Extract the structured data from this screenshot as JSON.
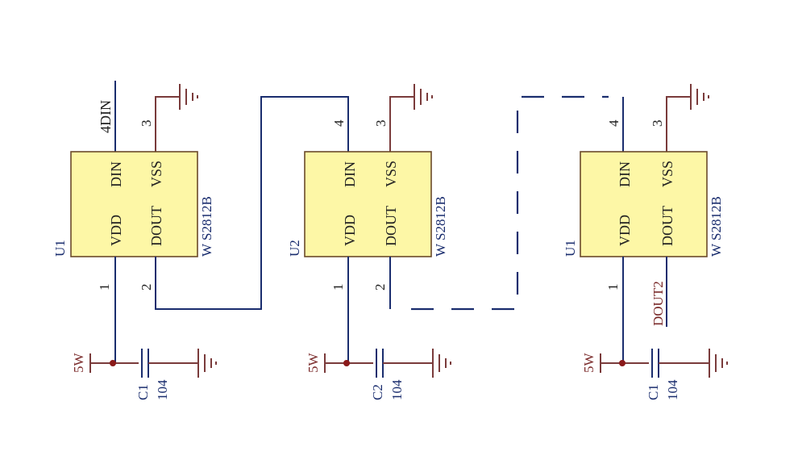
{
  "colors": {
    "wire": "#1a2d6e",
    "ground": "#7a3b3b",
    "chip_fill": "#fdf7a6",
    "chip_border": "#6b4a2a",
    "net_label": "#7a2a2a",
    "junction": "#8b1a1a"
  },
  "stage1": {
    "refdes": "U1",
    "part": "W S2812B",
    "pin_din": "DIN",
    "pin_vss": "VSS",
    "pin_vdd": "VDD",
    "pin_dout": "DOUT",
    "num_din": "4",
    "num_vss": "3",
    "num_vdd": "1",
    "num_dout": "2",
    "input_net": "4DIN",
    "power_net": "5W",
    "cap_ref": "C1",
    "cap_value": "104"
  },
  "stage2": {
    "refdes": "U2",
    "part": "W S2812B",
    "pin_din": "DIN",
    "pin_vss": "VSS",
    "pin_vdd": "VDD",
    "pin_dout": "DOUT",
    "num_din": "4",
    "num_vss": "3",
    "num_vdd": "1",
    "num_dout": "2",
    "power_net": "5W",
    "cap_ref": "C2",
    "cap_value": "104"
  },
  "stage3": {
    "refdes": "U1",
    "part": "W S2812B",
    "pin_din": "DIN",
    "pin_vss": "VSS",
    "pin_vdd": "VDD",
    "pin_dout": "DOUT",
    "num_din": "4",
    "num_vss": "3",
    "num_vdd": "1",
    "output_net": "DOUT2",
    "power_net": "5W",
    "cap_ref": "C1",
    "cap_value": "104"
  }
}
